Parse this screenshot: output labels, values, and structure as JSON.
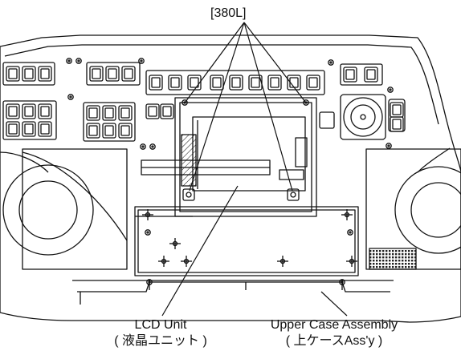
{
  "callouts": {
    "screw_ref": "[380L]",
    "lcd_unit": "LCD Unit",
    "lcd_unit_jp": "( 液晶ユニット )",
    "upper_case": "Upper Case Assembly",
    "upper_case_jp": "( 上ケースAss'y )"
  },
  "colors": {
    "line": "#111111",
    "background": "#ffffff",
    "shading": "#444444"
  }
}
